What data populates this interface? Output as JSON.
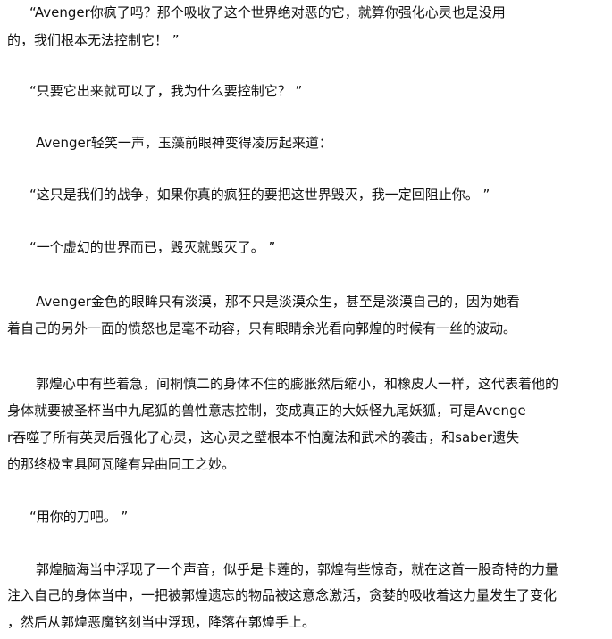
{
  "paragraphs": [
    {
      "lines": [
        "“Avenger你疯了吗？那个吸收了这个世界绝对恶的它，就算你强化心灵也是没用",
        "的，我们根本无法控制它！ ”"
      ]
    },
    {
      "lines": [
        "“只要它出来就可以了，我为什么要控制它？ ”"
      ]
    },
    {
      "lines": [
        "Avenger轻笑一声，玉藻前眼神变得凌厉起来道："
      ]
    },
    {
      "lines": [
        "“这只是我们的战争，如果你真的疯狂的要把这世界毁灭，我一定回阻止你。 ”"
      ]
    },
    {
      "lines": [
        "“一个虚幻的世界而已，毁灭就毁灭了。 ”"
      ]
    },
    {
      "lines": [
        "Avenger金色的眼眸只有淡漠，那不只是淡漠众生，甚至是淡漠自己的，因为她看",
        "着自己的另外一面的愤怒也是毫不动容，只有眼睛余光看向郭煌的时候有一丝的波动。"
      ]
    },
    {
      "lines": [
        "郭煌心中有些着急，间桐慎二的身体不住的膨胀然后缩小，和橡皮人一样，这代表着他的",
        "身体就要被圣杯当中九尾狐的兽性意志控制，变成真正的大妖怪九尾妖狐，可是Avenge",
        "r吞噬了所有英灵后强化了心灵，这心灵之壁根本不怕魔法和武术的袭击，和saber遗失",
        "的那终极宝具阿瓦隆有异曲同工之妙。"
      ]
    },
    {
      "lines": [
        "“用你的刀吧。 ”"
      ]
    },
    {
      "lines": [
        "郭煌脑海当中浮现了一个声音，似乎是卡莲的，郭煌有些惊奇，就在这首一股奇特的力量",
        "注入自己的身体当中，一把被郭煌遗忘的物品被这意念激活，贪婪的吸收着这力量发生了变化",
        "，然后从郭煌恶魔铭刻当中浮现，降落在郭煌手上。"
      ]
    }
  ]
}
